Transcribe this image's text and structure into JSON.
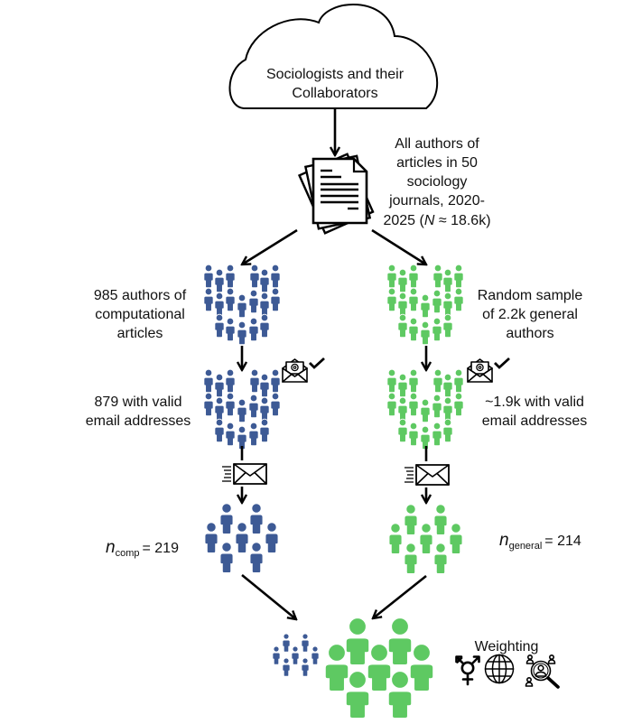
{
  "colors": {
    "computational": "#3d5a95",
    "general": "#5ec962",
    "stroke": "#000000",
    "background": "#ffffff"
  },
  "population": {
    "icon": "cloud-icon",
    "lines": [
      "Sociologists and their",
      "Collaborators"
    ]
  },
  "source": {
    "icon": "document-stack-icon",
    "lines": [
      "All authors of",
      "articles in 50",
      "sociology",
      "journals, 2020-"
    ],
    "last_line_prefix": "2025 (",
    "last_line_symbol": "N",
    "last_line_suffix": " ≈ 18.6k)"
  },
  "computational": {
    "frame": {
      "icon": "crowd-icon",
      "lines": [
        "985 authors of",
        "computational",
        "articles"
      ]
    },
    "valid_email": {
      "icon": "email-verified-icon",
      "lines": [
        "879 with valid",
        "email addresses"
      ]
    },
    "contact": {
      "icon": "send-email-icon"
    },
    "sample": {
      "icon": "people-group-icon",
      "symbol": "n",
      "subscript": "comp",
      "value_text": "= 219"
    }
  },
  "general": {
    "frame": {
      "icon": "crowd-icon",
      "lines": [
        "Random sample",
        "of 2.2k general",
        "authors"
      ]
    },
    "valid_email": {
      "icon": "email-verified-icon",
      "lines": [
        "~1.9k with valid",
        "email addresses"
      ]
    },
    "contact": {
      "icon": "send-email-icon"
    },
    "sample": {
      "icon": "people-group-icon",
      "symbol": "n",
      "subscript": "general",
      "value_text": "= 214"
    }
  },
  "combined": {
    "icon": "combined-sample-icon",
    "weighting": {
      "label": "Weighting",
      "icons": [
        "gender-icon",
        "globe-icon",
        "demographic-search-icon"
      ]
    }
  }
}
